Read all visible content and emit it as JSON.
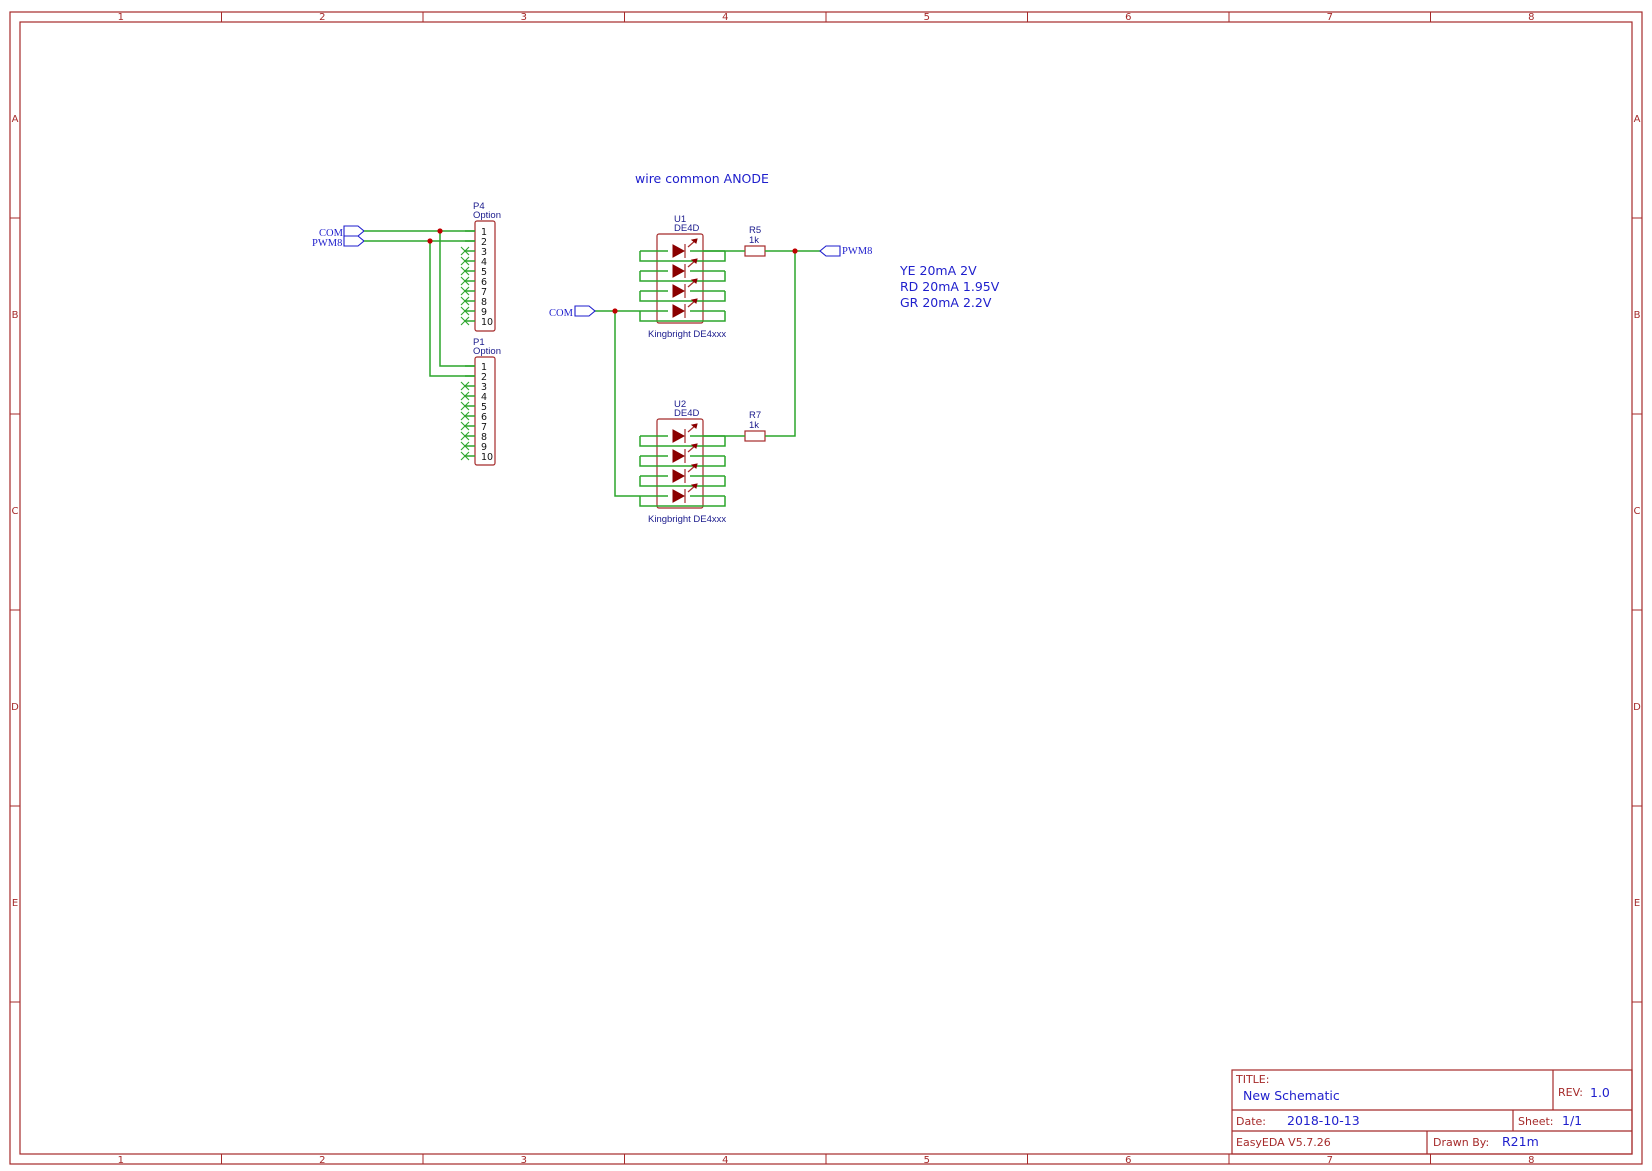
{
  "sheet": {
    "columns": [
      "1",
      "2",
      "3",
      "4",
      "5",
      "6",
      "7",
      "8"
    ],
    "rows": [
      "A",
      "B",
      "C",
      "D",
      "E"
    ]
  },
  "note_anode": "wire common ANODE",
  "led_notes": [
    "YE 20mA 2V",
    "RD 20mA 1.95V",
    "GR 20mA 2.2V"
  ],
  "connectors": {
    "p4": {
      "ref": "P4",
      "value": "Option",
      "pins": [
        "1",
        "2",
        "3",
        "4",
        "5",
        "6",
        "7",
        "8",
        "9",
        "10"
      ]
    },
    "p1": {
      "ref": "P1",
      "value": "Option",
      "pins": [
        "1",
        "2",
        "3",
        "4",
        "5",
        "6",
        "7",
        "8",
        "9",
        "10"
      ]
    }
  },
  "net_labels": {
    "com_left": "COM",
    "pwm_left": "PWM8",
    "com_mid": "COM",
    "pwm_right": "PWM8"
  },
  "leds": {
    "u1": {
      "ref": "U1",
      "value": "DE4D",
      "footprint": "Kingbright DE4xxx"
    },
    "u2": {
      "ref": "U2",
      "value": "DE4D",
      "footprint": "Kingbright DE4xxx"
    }
  },
  "resistors": {
    "r5": {
      "ref": "R5",
      "value": "1k"
    },
    "r7": {
      "ref": "R7",
      "value": "1k"
    }
  },
  "title_block": {
    "title_label": "TITLE:",
    "title": "New Schematic",
    "rev_label": "REV:",
    "rev": "1.0",
    "date_label": "Date:",
    "date": "2018-10-13",
    "sheet_label": "Sheet:",
    "sheet": "1/1",
    "tool": "EasyEDA V5.7.26",
    "drawn_label": "Drawn By:",
    "drawn": "R21m"
  },
  "colors": {
    "frame": "#a52a2a",
    "wire": "#2ca52c",
    "net": "#1e1ecc",
    "led": "#8b0000"
  }
}
